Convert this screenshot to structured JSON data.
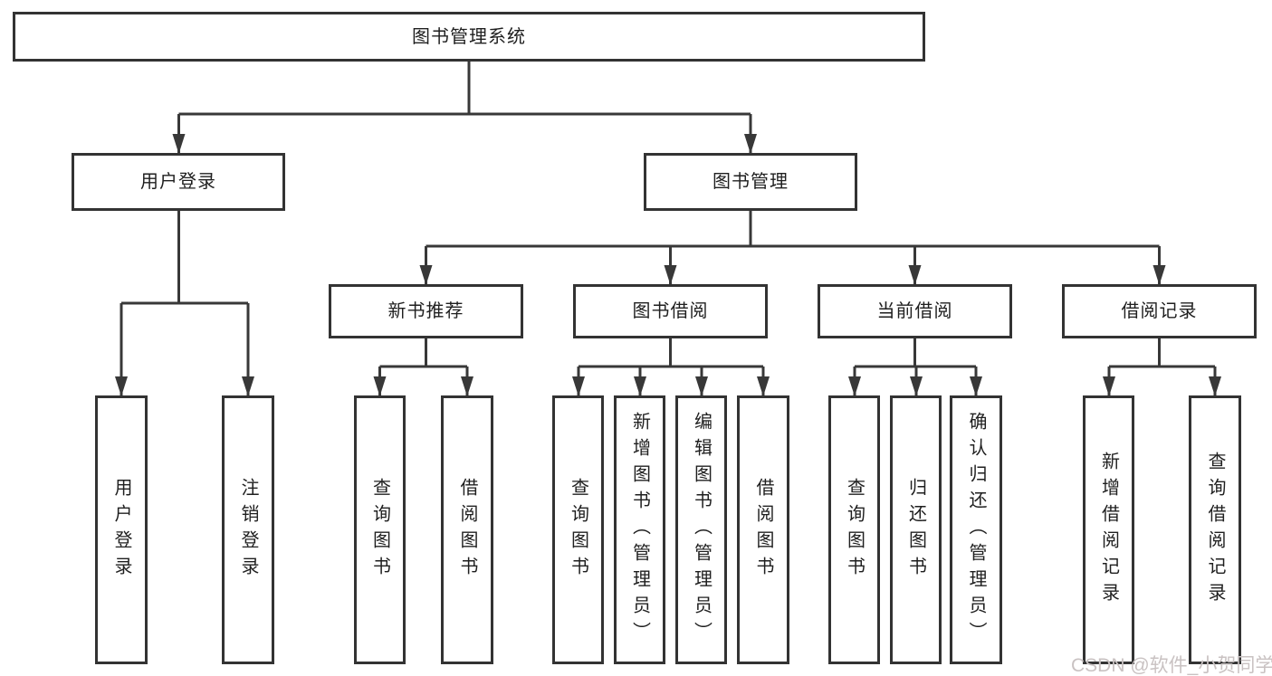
{
  "diagram": {
    "root": {
      "label": "图书管理系统"
    },
    "level2": {
      "user_login": {
        "label": "用户登录"
      },
      "book_mgmt": {
        "label": "图书管理"
      }
    },
    "level3": {
      "new_book_rec": {
        "label": "新书推荐"
      },
      "book_borrow": {
        "label": "图书借阅"
      },
      "current_borrow": {
        "label": "当前借阅"
      },
      "borrow_record": {
        "label": "借阅记录"
      }
    },
    "leaves": {
      "user_login": {
        "label": "用户登录"
      },
      "logout": {
        "label": "注销登录"
      },
      "rec_query_book": {
        "label": "查询图书"
      },
      "rec_borrow_book": {
        "label": "借阅图书"
      },
      "bb_query_book": {
        "label": "查询图书"
      },
      "bb_add_book": {
        "label": "新增图书（管理员）"
      },
      "bb_edit_book": {
        "label": "编辑图书（管理员）"
      },
      "bb_borrow_book": {
        "label": "借阅图书"
      },
      "cb_query_book": {
        "label": "查询图书"
      },
      "cb_return_book": {
        "label": "归还图书"
      },
      "cb_confirm_return": {
        "label": "确认归还（管理员）"
      },
      "br_add_record": {
        "label": "新增借阅记录"
      },
      "br_query_record": {
        "label": "查询借阅记录"
      }
    }
  },
  "watermark": {
    "text": "CSDN @软件_小贺同学"
  },
  "colors": {
    "line": "#383838",
    "box-border": "#333333",
    "box-bg": "#ffffff",
    "text": "#1f1f1f",
    "watermark": "#c9c2c2"
  }
}
